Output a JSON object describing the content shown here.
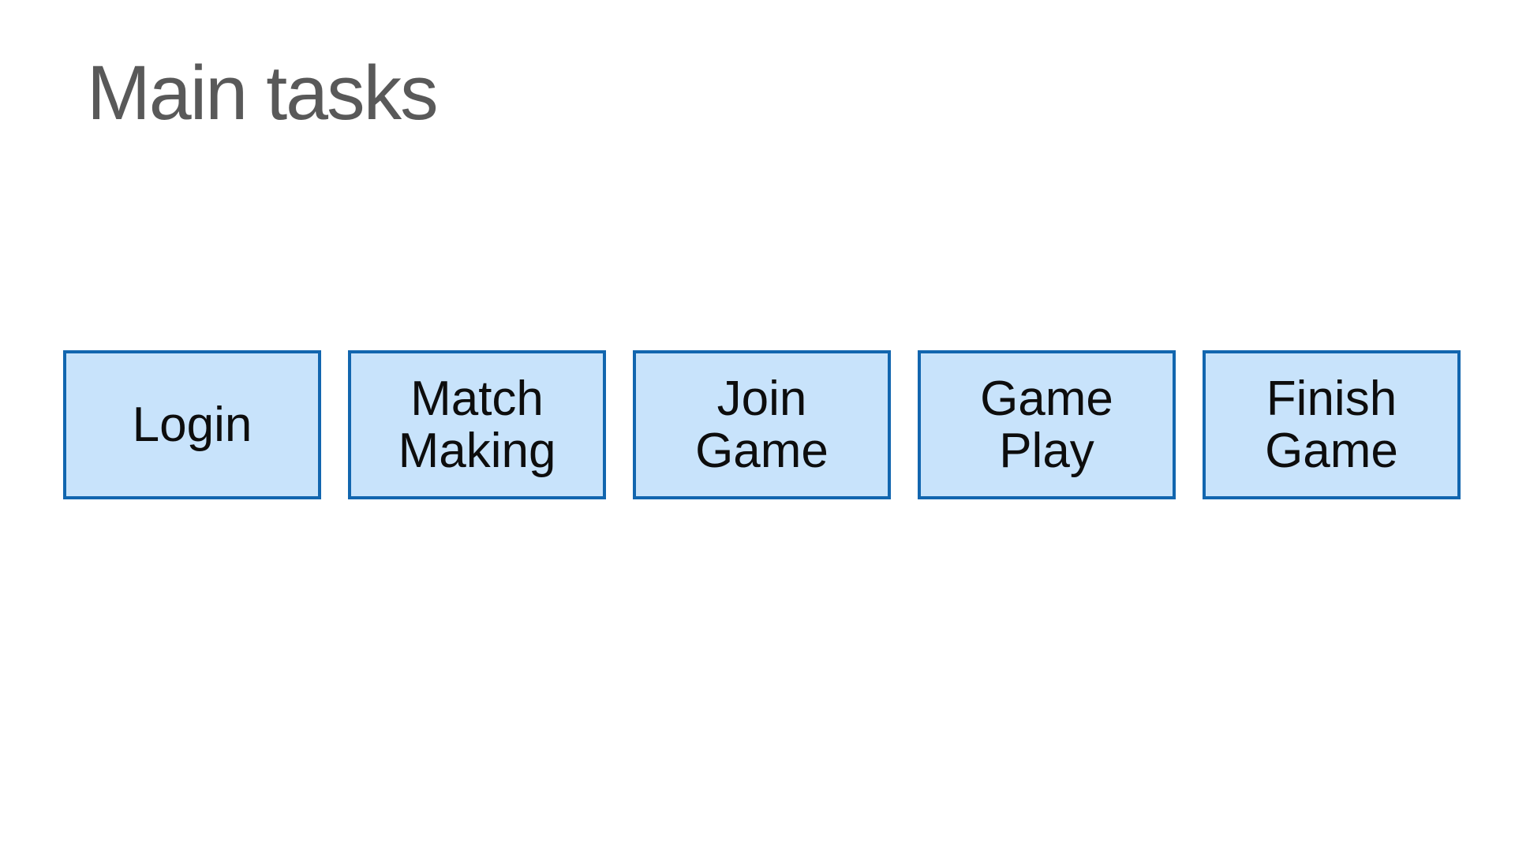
{
  "slide": {
    "title": "Main tasks",
    "tasks": [
      {
        "label": "Login"
      },
      {
        "label": "Match\nMaking"
      },
      {
        "label": "Join\nGame"
      },
      {
        "label": "Game\nPlay"
      },
      {
        "label": "Finish\nGame"
      }
    ],
    "colors": {
      "title_text": "#595959",
      "box_fill": "#C8E3FB",
      "box_border": "#1266AF",
      "box_text": "#0D0D0D"
    }
  }
}
